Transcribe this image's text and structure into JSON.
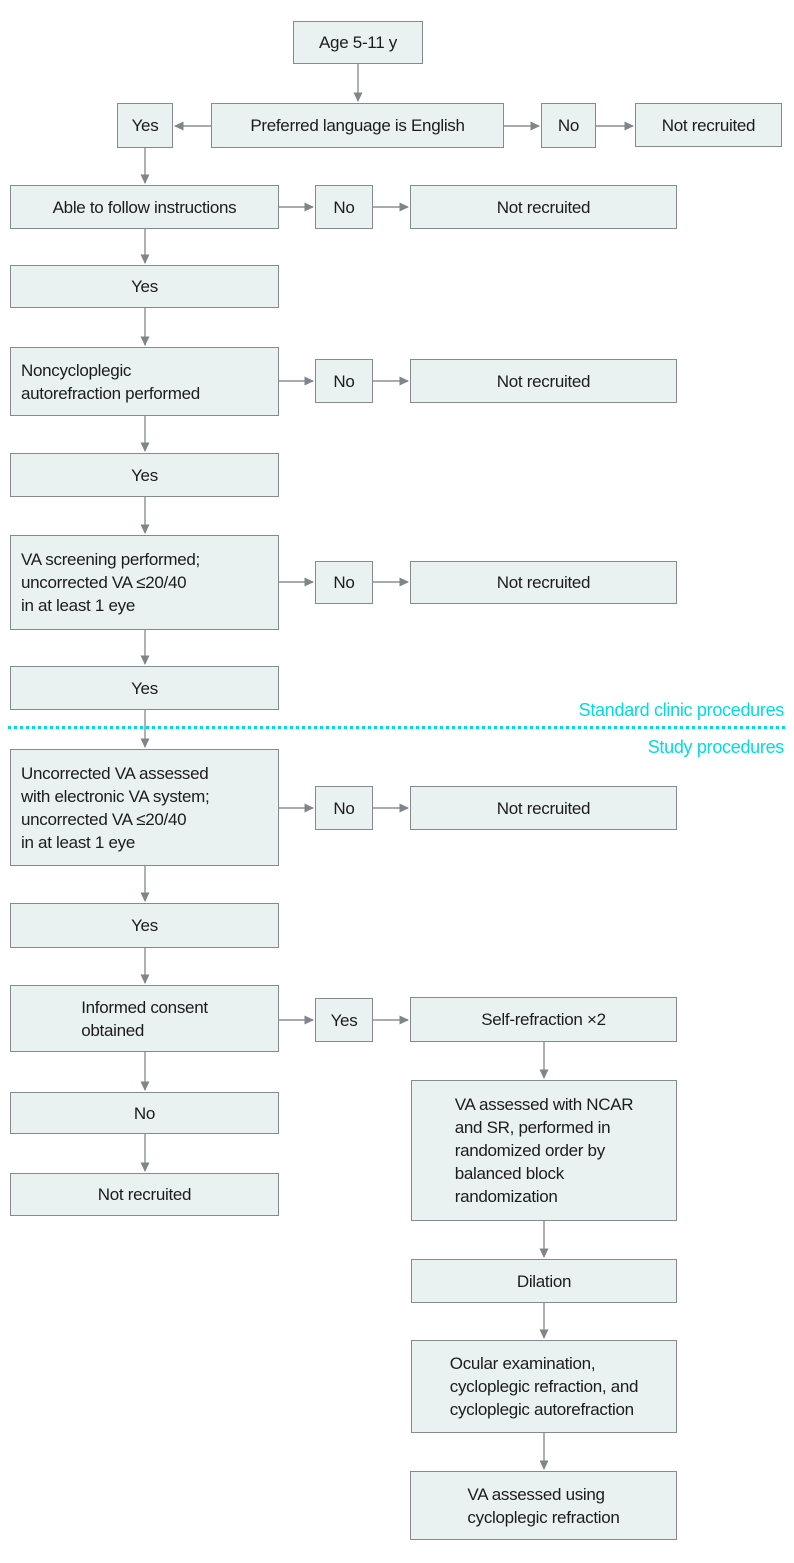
{
  "figure_type": "recruitment-flowchart",
  "colors": {
    "box_fill": "#e9f1f1",
    "box_border": "#848b8e",
    "arrow": "#7e8689",
    "text": "#1c1c1c",
    "section_accent": "#00dbe6"
  },
  "section_labels": {
    "standard_clinic": "Standard clinic procedures",
    "study": "Study procedures"
  },
  "nodes": {
    "age": "Age 5-11 y",
    "language": "Preferred language is English",
    "language_yes": "Yes",
    "language_no": "No",
    "language_not_recruited": "Not recruited",
    "instructions": "Able to follow instructions",
    "instructions_no": "No",
    "instructions_not_recruited": "Not recruited",
    "instructions_yes": "Yes",
    "autorefraction": "Noncycloplegic\nautorefraction performed",
    "autorefraction_no": "No",
    "autorefraction_not_recruited": "Not recruited",
    "autorefraction_yes": "Yes",
    "va_screening": "VA screening performed;\nuncorrected VA ≤20/40\nin at least 1 eye",
    "va_screening_no": "No",
    "va_screening_not_recruited": "Not recruited",
    "va_screening_yes": "Yes",
    "electronic_va": "Uncorrected VA assessed\nwith electronic VA system;\nuncorrected VA ≤20/40\nin at least 1 eye",
    "electronic_va_no": "No",
    "electronic_va_not_recruited": "Not recruited",
    "electronic_va_yes": "Yes",
    "consent": "Informed consent\nobtained",
    "consent_yes": "Yes",
    "self_refraction": "Self-refraction ×2",
    "consent_no": "No",
    "consent_not_recruited": "Not recruited",
    "ncar_sr": "VA assessed with NCAR\nand SR, performed in\nrandomized order by\nbalanced block\nrandomization",
    "dilation": "Dilation",
    "ocular_exam": "Ocular examination,\ncycloplegic refraction, and\ncycloplegic autorefraction",
    "va_cycloplegic": "VA assessed using\ncycloplegic refraction"
  }
}
